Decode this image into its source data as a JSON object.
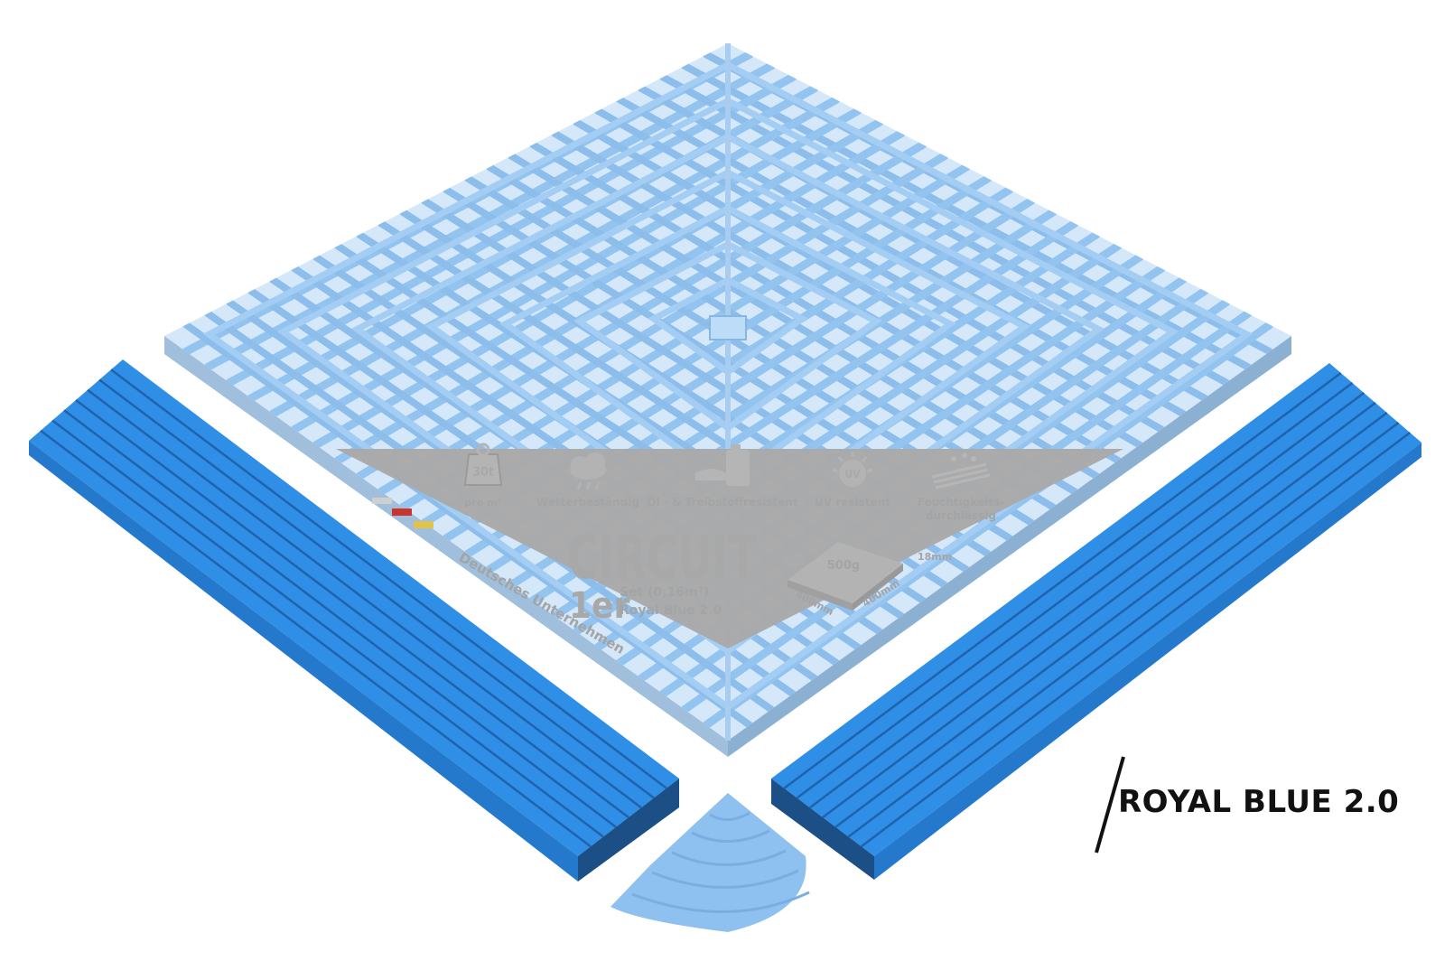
{
  "colors": {
    "tile": "#93c3ef",
    "tile_dark": "#7fb2e2",
    "edge": "#2f8ee6",
    "edge_dark": "#1b4f86",
    "corner": "#8ec0f0",
    "package": "#a9a9a9",
    "package_text": "#b9b9b9",
    "label": "#111111"
  },
  "product": {
    "label": "ROYAL BLUE 2.0"
  },
  "package": {
    "brand": "CIRCUIT",
    "count": "1er",
    "set": "Set (0,16m²)",
    "variant": "Royal Blue 2.0",
    "load_value": "30t",
    "load_unit": "pro m²",
    "feature_weather": "Wetterbeständig",
    "feature_oil": "Öl - & Treibstoffresistent",
    "feature_uv_icon": "UV",
    "feature_uv": "UV resistent",
    "feature_moisture_1": "Feuchtigkeits-",
    "feature_moisture_2": "durchlässig",
    "weight": "500g",
    "thickness": "18mm",
    "dim_a": "400mm",
    "dim_b": "400mm",
    "company": "Deutsches Unternehmen"
  },
  "icons": {
    "weight": "weight-icon",
    "weather": "cloud-rain-icon",
    "oil": "oil-canister-icon",
    "uv": "sun-uv-icon",
    "moisture": "water-drops-icon"
  }
}
